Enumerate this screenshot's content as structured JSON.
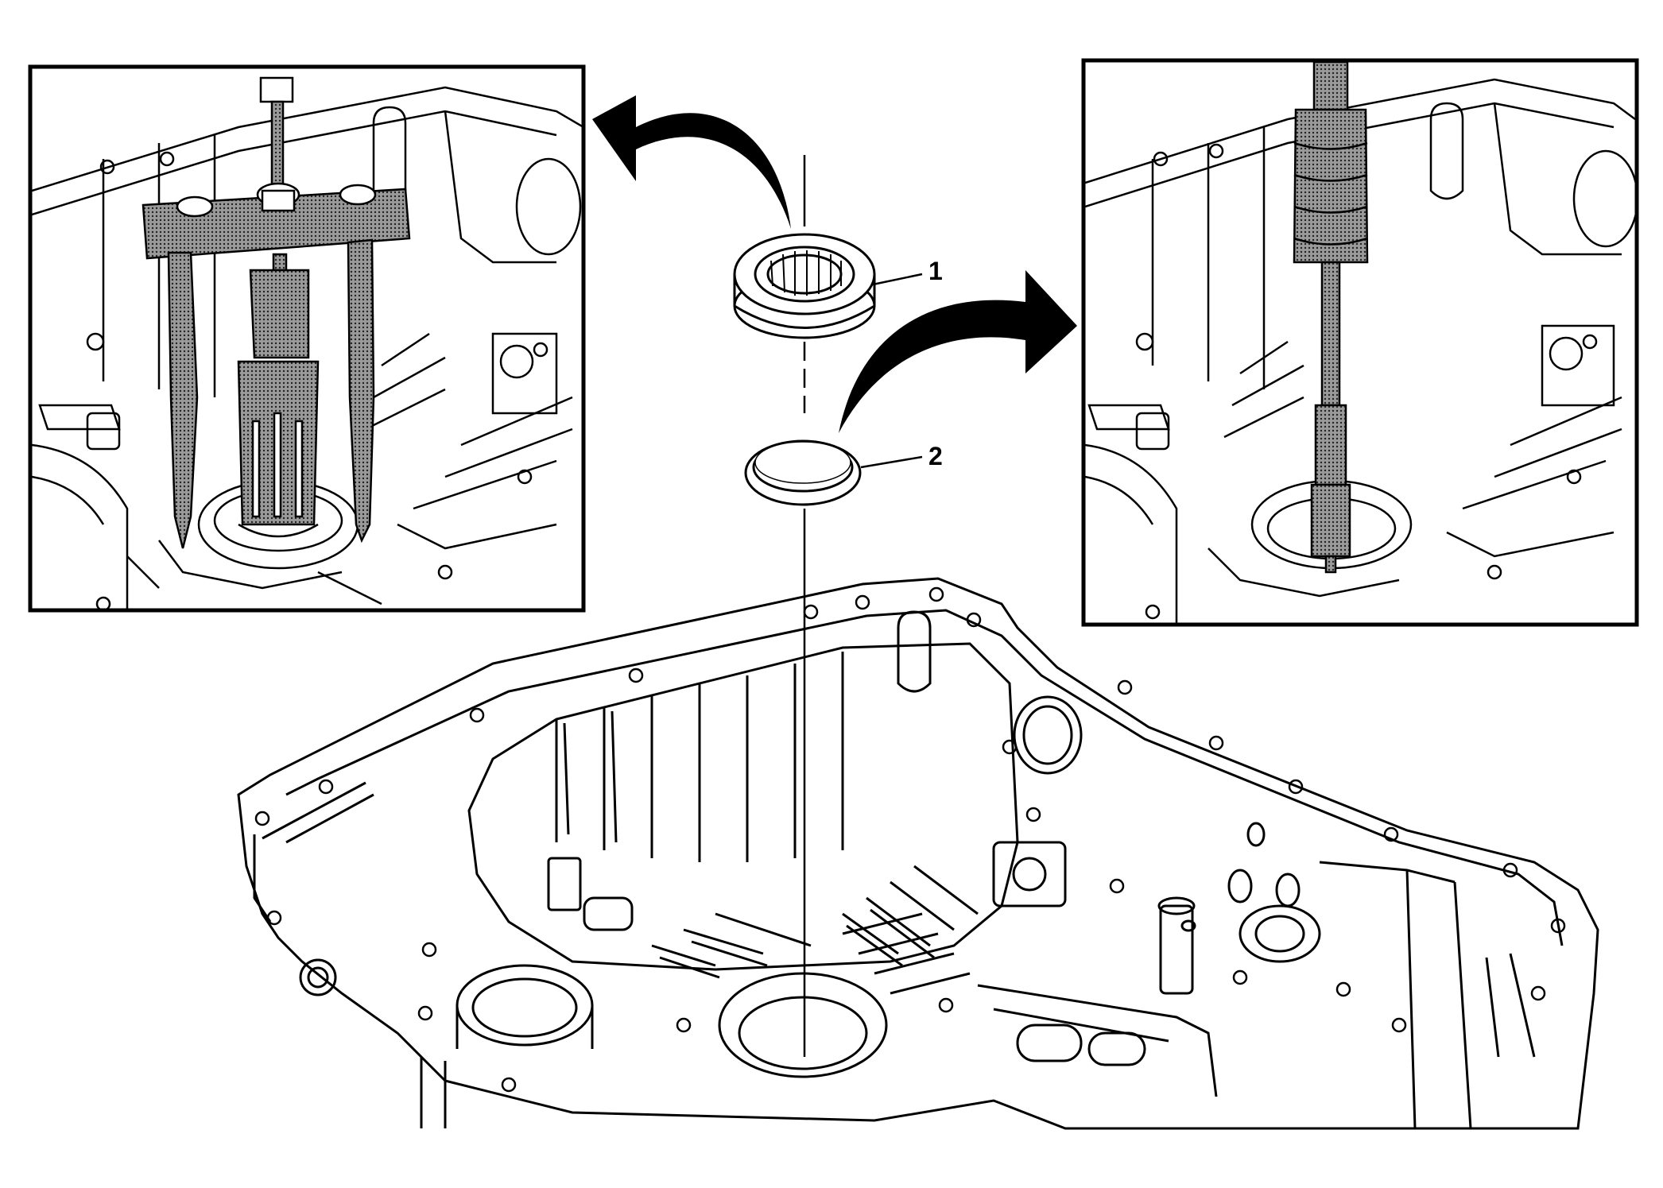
{
  "diagram": {
    "callouts": [
      {
        "id": "1",
        "label": "1",
        "part": "roller-bearing"
      },
      {
        "id": "2",
        "label": "2",
        "part": "bearing-seal"
      }
    ],
    "colors": {
      "line": "#000000",
      "background": "#ffffff",
      "tool_hatch": "#555555"
    },
    "icons": [
      "arrow-left-curved-icon",
      "arrow-right-curved-icon",
      "bearing-icon",
      "seal-icon",
      "puller-tool-icon",
      "slide-hammer-icon"
    ]
  }
}
